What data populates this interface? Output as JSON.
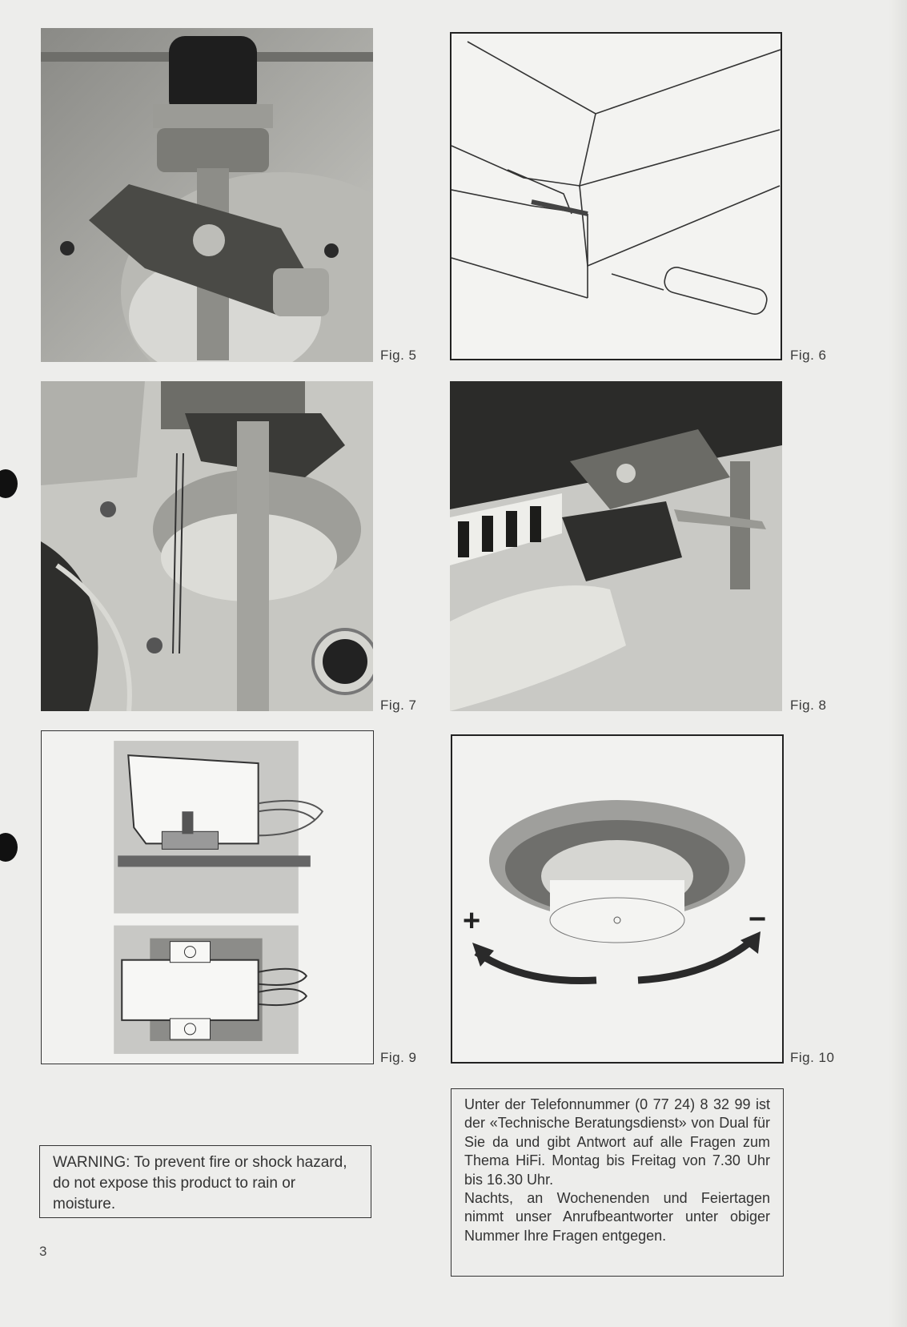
{
  "figures": {
    "fig5": "Fig. 5",
    "fig6": "Fig. 6",
    "fig7": "Fig. 7",
    "fig8": "Fig. 8",
    "fig9": "Fig. 9",
    "fig10": "Fig. 10"
  },
  "fig10_symbols": {
    "plus": "+",
    "minus": "−"
  },
  "warning": {
    "label": "WARNING:",
    "text": "To prevent fire or shock hazard, do not expose this product to rain or moisture."
  },
  "info": {
    "paragraph1": "Unter der Telefonnummer (0 77 24) 8 32 99 ist der «Technische Beratungsdienst» von Dual für Sie da und gibt Antwort auf alle Fragen zum Thema HiFi. Montag bis Freitag von 7.30 Uhr bis 16.30 Uhr.",
    "paragraph2": "Nachts, an Wochenenden und Feiertagen nimmt unser Anrufbeantworter unter obiger Nummer Ihre Fragen entgegen."
  },
  "page_number": "3"
}
